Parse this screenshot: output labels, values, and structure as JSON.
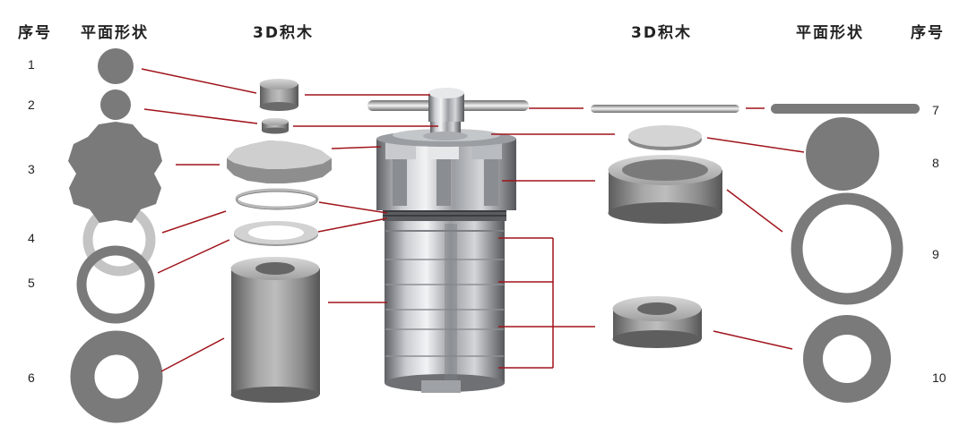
{
  "headers": {
    "left_index": "序号",
    "left_shape": "平面形状",
    "left_block": "3D积木",
    "right_block": "3D积木",
    "right_shape": "平面形状",
    "right_index": "序号"
  },
  "numbers": [
    "1",
    "2",
    "3",
    "4",
    "5",
    "6",
    "7",
    "8",
    "9",
    "10"
  ],
  "colors": {
    "shape_gray": "#7a7a7a",
    "light_ring": "#c4c4c4",
    "leader_red": "#a0141c",
    "steel_dark": "#5a5c60",
    "steel_light": "#e8eaec"
  }
}
